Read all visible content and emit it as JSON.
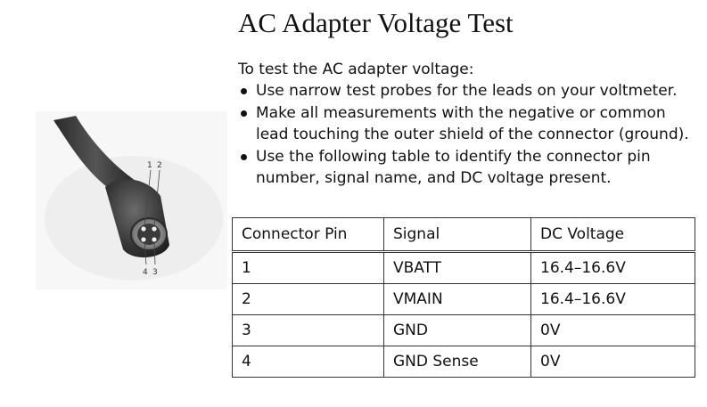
{
  "title": "AC Adapter Voltage Test",
  "intro": "To test the AC adapter voltage:",
  "bullets": [
    "Use narrow test probes for the leads on your voltmeter.",
    "Make all measurements with the negative or common lead touching the outer shield of the connector (ground).",
    "Use the following table to identify the connector pin number, signal name, and DC voltage present."
  ],
  "connector_image": {
    "pin_labels": [
      "1",
      "2",
      "3",
      "4"
    ]
  },
  "table": {
    "headers": [
      "Connector Pin",
      "Signal",
      "DC Voltage"
    ],
    "rows": [
      [
        "1",
        "VBATT",
        "16.4–16.6V"
      ],
      [
        "2",
        "VMAIN",
        "16.4–16.6V"
      ],
      [
        "3",
        "GND",
        "0V"
      ],
      [
        "4",
        "GND Sense",
        "0V"
      ]
    ]
  }
}
